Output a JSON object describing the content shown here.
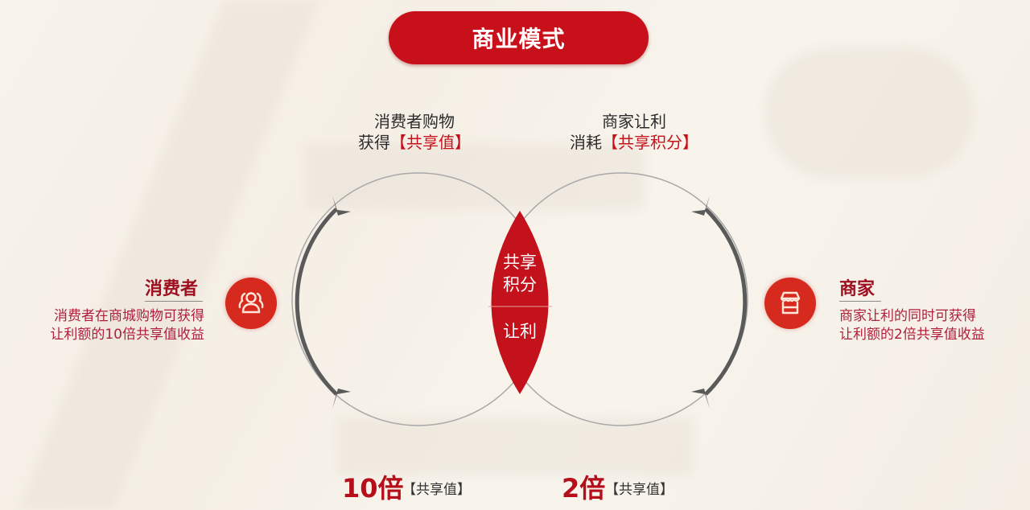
{
  "header": {
    "title": "商业模式"
  },
  "top_captions": {
    "left": {
      "line1": "消费者购物",
      "line2_prefix": "获得",
      "line2_highlight": "【共享值】"
    },
    "right": {
      "line1": "商家让利",
      "line2_prefix": "消耗",
      "line2_highlight": "【共享积分】"
    }
  },
  "center_lens": {
    "top_line1": "共享",
    "top_line2": "积分",
    "bottom": "让利"
  },
  "left_party": {
    "icon": "users-group-icon",
    "title": "消费者",
    "desc_line1": "消费者在商城购物可获得",
    "desc_line2": "让利额的10倍共享值收益"
  },
  "right_party": {
    "icon": "storefront-icon",
    "title": "商家",
    "desc_line1": "商家让利的同时可获得",
    "desc_line2": "让利额的2倍共享值收益"
  },
  "bottom": {
    "left": {
      "multiplier": "10倍",
      "label": "【共享值】"
    },
    "right": {
      "multiplier": "2倍",
      "label": "【共享值】"
    }
  },
  "colors": {
    "accent": "#c8101a",
    "icon_bg": "#d62a1e",
    "arc": "#5a5a5a",
    "thin_circle": "#a8a8a8"
  }
}
